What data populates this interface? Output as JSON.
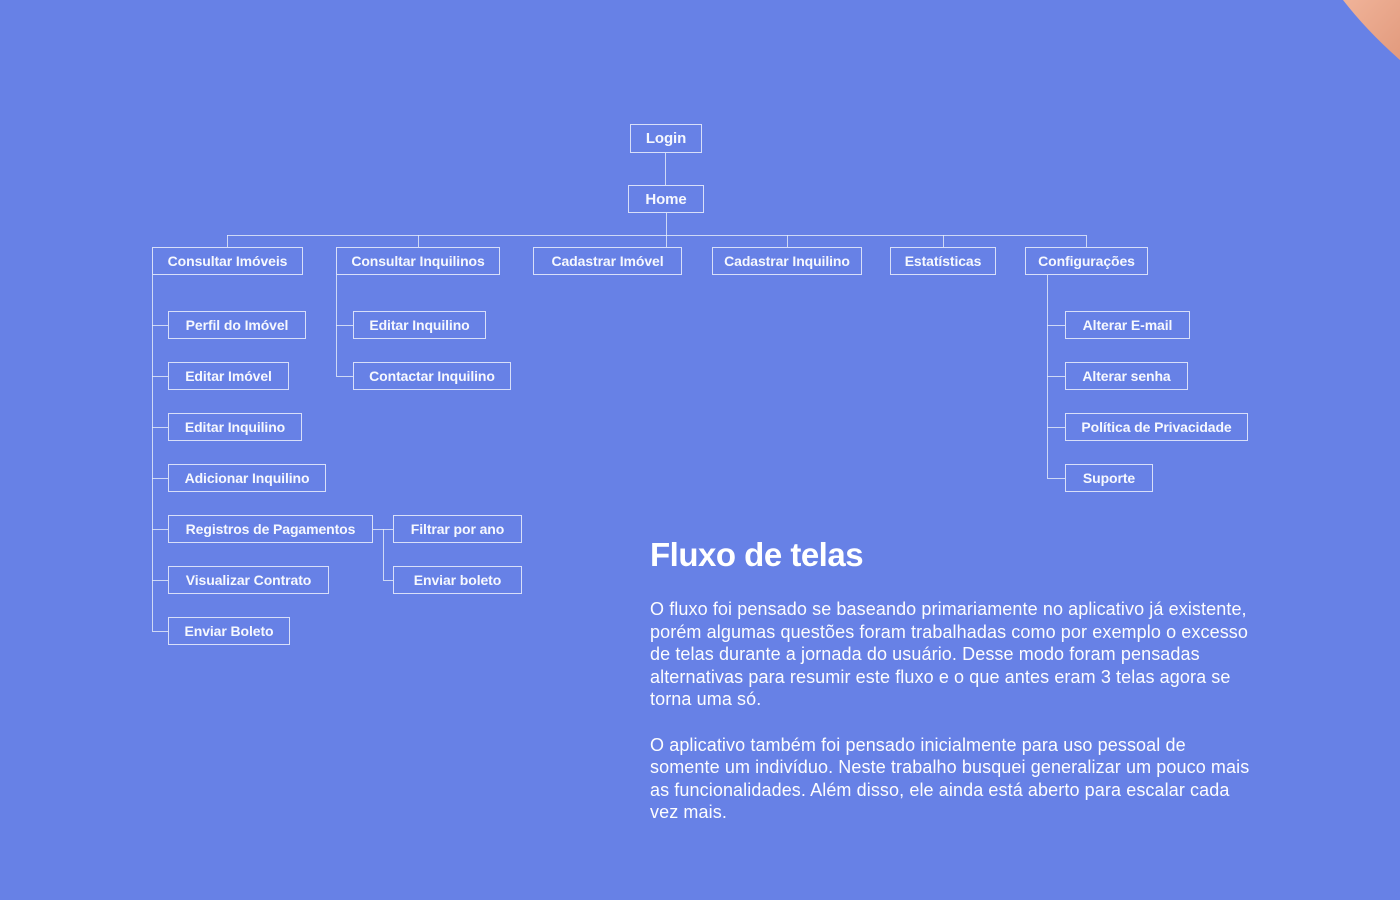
{
  "page": {
    "background_color": "#6781E6",
    "box_border_color": "#ECF0FB",
    "text_color": "#FFFFFF",
    "fingertip_skin_color": "#EBA98C"
  },
  "tree": {
    "login": {
      "label": "Login"
    },
    "home": {
      "label": "Home"
    },
    "branches": [
      {
        "label": "Consultar Imóveis",
        "children": [
          {
            "label": "Perfil do Imóvel"
          },
          {
            "label": "Editar Imóvel"
          },
          {
            "label": "Editar Inquilino"
          },
          {
            "label": "Adicionar Inquilino"
          },
          {
            "label": "Registros de Pagamentos",
            "children": [
              {
                "label": "Filtrar por ano"
              },
              {
                "label": "Enviar boleto"
              }
            ]
          },
          {
            "label": "Visualizar Contrato"
          },
          {
            "label": "Enviar Boleto"
          }
        ]
      },
      {
        "label": "Consultar Inquilinos",
        "children": [
          {
            "label": "Editar Inquilino"
          },
          {
            "label": "Contactar Inquilino"
          }
        ]
      },
      {
        "label": "Cadastrar Imóvel"
      },
      {
        "label": "Cadastrar Inquilino"
      },
      {
        "label": "Estatísticas"
      },
      {
        "label": "Configurações",
        "children": [
          {
            "label": "Alterar E-mail"
          },
          {
            "label": "Alterar senha"
          },
          {
            "label": "Política de Privacidade"
          },
          {
            "label": "Suporte"
          }
        ]
      }
    ]
  },
  "article": {
    "title": "Fluxo de telas",
    "paragraphs": [
      "O fluxo foi pensado se baseando primariamente no aplicativo já existente, porém algumas questões foram trabalhadas como por exemplo o excesso de telas durante a jornada do usuário. Desse modo foram pensadas alternativas para resumir este fluxo e o que antes eram 3 telas agora se torna uma só.",
      "O aplicativo também foi pensado inicialmente para uso pessoal de somente um indivíduo. Neste trabalho busquei generalizar um pouco mais as funcionalidades. Além disso, ele ainda está aberto para escalar cada vez mais."
    ]
  }
}
